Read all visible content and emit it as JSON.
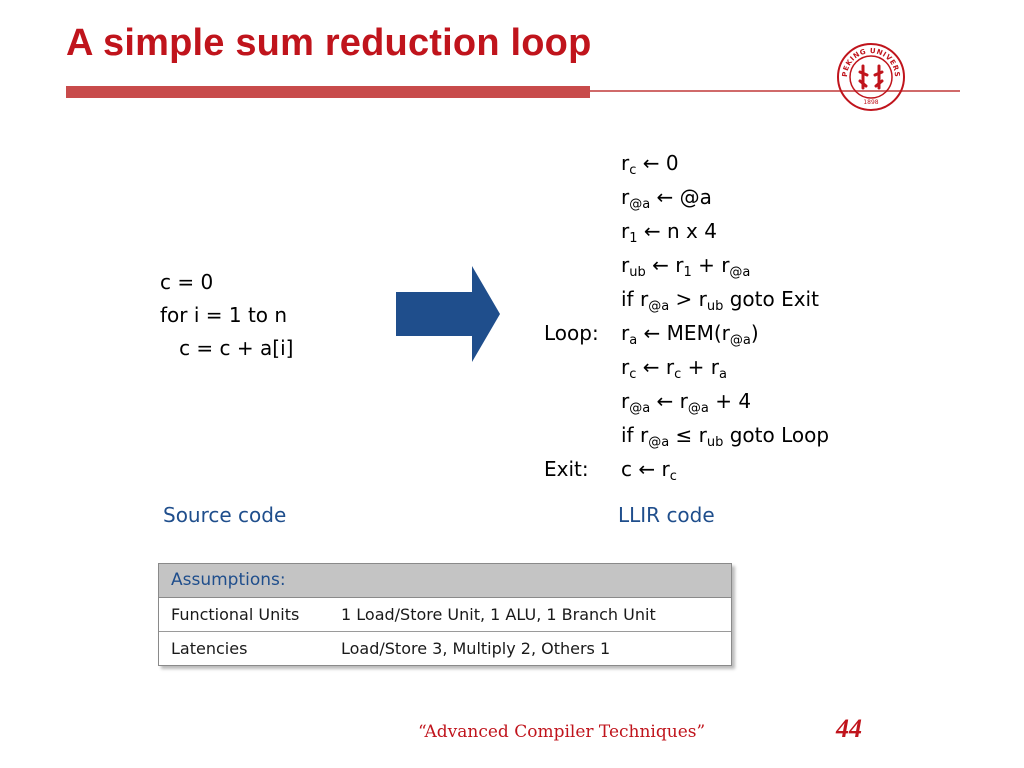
{
  "title": "A simple sum reduction loop",
  "logo": {
    "icon": "peking-university-seal-icon",
    "ring_text": "PEKING UNIVERSITY",
    "year": "1898",
    "color": "#c0141c"
  },
  "source_code": {
    "lines": [
      "c = 0",
      "for i = 1 to n",
      "   c = c + a[i]"
    ],
    "caption": "Source code"
  },
  "llir_code": {
    "caption": "LLIR code",
    "rows": [
      {
        "label": "",
        "segments": [
          {
            "t": "r"
          },
          {
            "s": "c"
          },
          {
            "t": " ← 0"
          }
        ]
      },
      {
        "label": "",
        "segments": [
          {
            "t": "r"
          },
          {
            "s": "@a"
          },
          {
            "t": " ← @a"
          }
        ]
      },
      {
        "label": "",
        "segments": [
          {
            "t": "r"
          },
          {
            "s": "1"
          },
          {
            "t": " ← n x 4"
          }
        ]
      },
      {
        "label": "",
        "segments": [
          {
            "t": "r"
          },
          {
            "s": "ub"
          },
          {
            "t": " ← r"
          },
          {
            "s": "1"
          },
          {
            "t": " + r"
          },
          {
            "s": "@a"
          }
        ]
      },
      {
        "label": "",
        "segments": [
          {
            "t": "if r"
          },
          {
            "s": "@a"
          },
          {
            "t": " > r"
          },
          {
            "s": "ub"
          },
          {
            "t": "  goto Exit"
          }
        ]
      },
      {
        "label": "Loop:",
        "segments": [
          {
            "t": "r"
          },
          {
            "s": "a"
          },
          {
            "t": " ← MEM(r"
          },
          {
            "s": "@a"
          },
          {
            "t": ")"
          }
        ]
      },
      {
        "label": "",
        "segments": [
          {
            "t": "r"
          },
          {
            "s": "c"
          },
          {
            "t": " ←  r"
          },
          {
            "s": "c"
          },
          {
            "t": " + r"
          },
          {
            "s": "a"
          }
        ]
      },
      {
        "label": "",
        "segments": [
          {
            "t": "r"
          },
          {
            "s": "@a"
          },
          {
            "t": " ←  r"
          },
          {
            "s": "@a"
          },
          {
            "t": " + 4"
          }
        ]
      },
      {
        "label": "",
        "segments": [
          {
            "t": "if r"
          },
          {
            "s": "@a"
          },
          {
            "t": " ≤ r"
          },
          {
            "s": "ub"
          },
          {
            "t": "  goto Loop"
          }
        ]
      },
      {
        "label": "Exit:",
        "segments": [
          {
            "t": " c ← r"
          },
          {
            "s": "c"
          }
        ]
      }
    ]
  },
  "assumptions": {
    "header": "Assumptions:",
    "rows": [
      {
        "key": "Functional Units",
        "value": "1 Load/Store Unit, 1 ALU, 1 Branch Unit"
      },
      {
        "key": "Latencies",
        "value": "Load/Store 3, Multiply 2, Others 1"
      }
    ]
  },
  "footer": "“Advanced Compiler Techniques”",
  "page_number": "44",
  "colors": {
    "title": "#c0141c",
    "arrow": "#1f4e8c",
    "caption": "#1f4e8c"
  }
}
